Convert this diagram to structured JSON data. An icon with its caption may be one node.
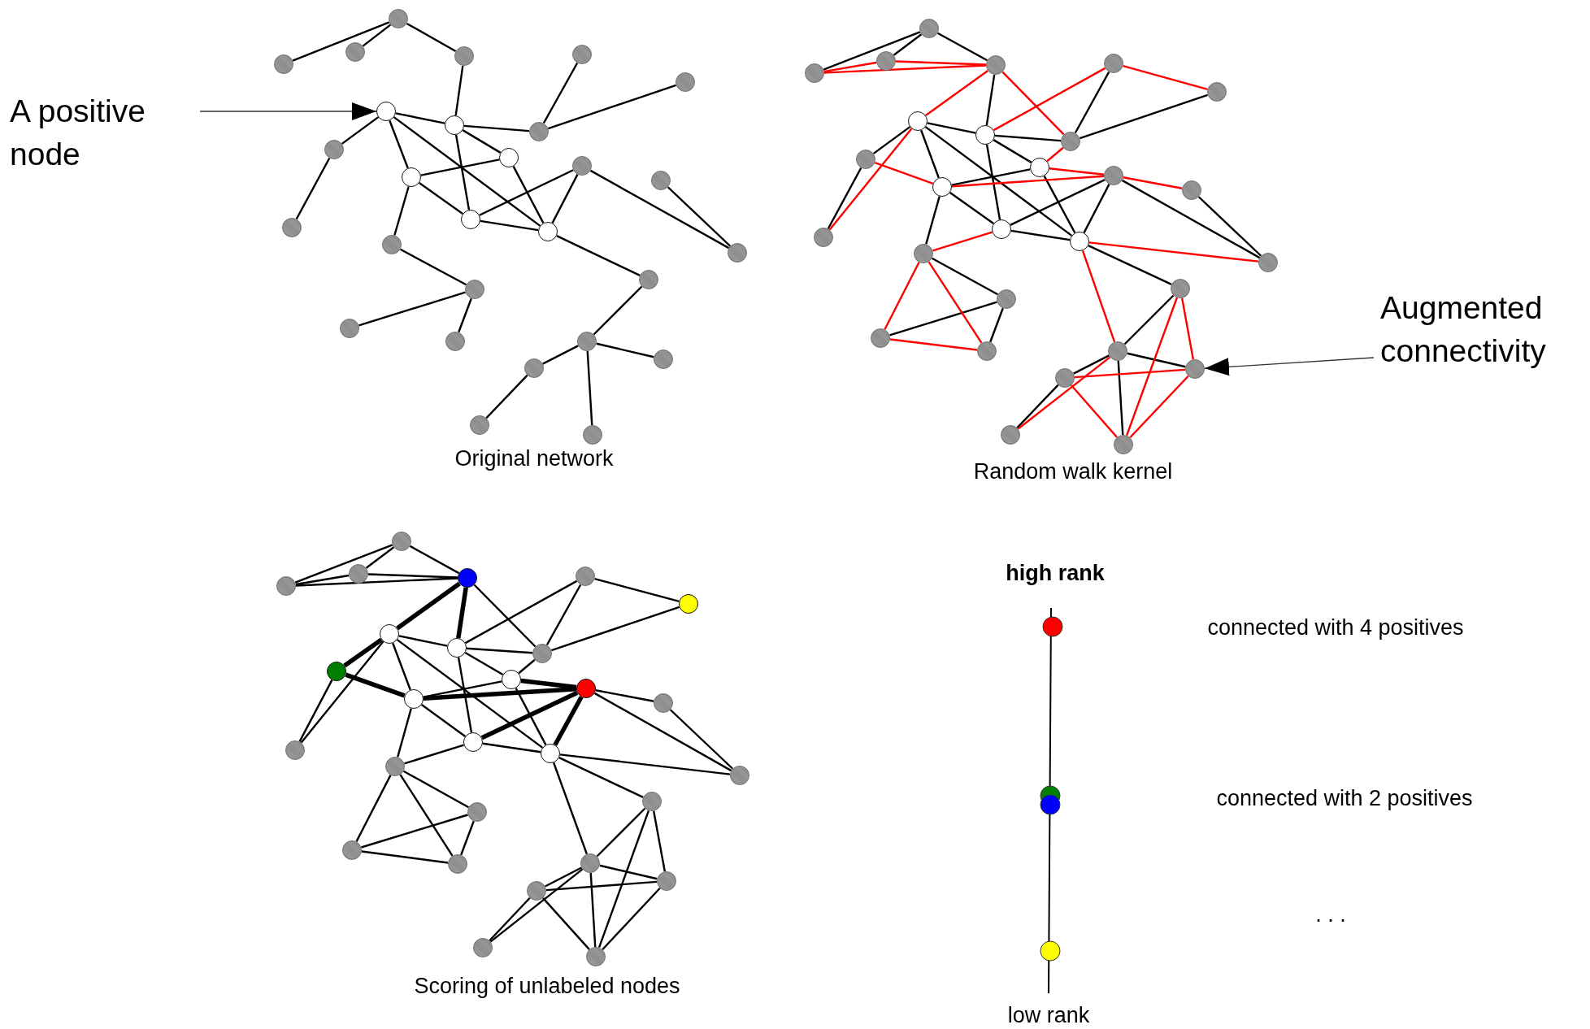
{
  "diagram": {
    "nodes": [
      {
        "text": [
          "A positive node"
        ]
      },
      {
        "text": [],
        "shape": "circle"
      },
      {
        "text": [],
        "shape": "circle"
      },
      {
        "text": [],
        "shape": "circle"
      },
      {
        "text": [],
        "shape": "circle"
      },
      {
        "text": [],
        "shape": "circle"
      },
      {
        "text": [],
        "shape": "circle"
      },
      {
        "text": [],
        "shape": "circle"
      },
      {
        "text": [],
        "shape": "circle"
      },
      {
        "text": [],
        "shape": "circle"
      },
      {
        "text": [],
        "shape": "circle"
      },
      {
        "text": [],
        "shape": "circle"
      },
      {
        "text": [],
        "shape": "circle"
      },
      {
        "text": [],
        "shape": "circle"
      },
      {
        "text": [],
        "shape": "circle"
      },
      {
        "text": [],
        "shape": "circle"
      },
      {
        "text": [],
        "shape": "circle"
      },
      {
        "text": [],
        "shape": "circle"
      },
      {
        "text": [],
        "shape": "circle"
      },
      {
        "text": [],
        "shape": "circle"
      },
      {
        "text": [],
        "shape": "circle"
      },
      {
        "text": [],
        "shape": "circle"
      },
      {
        "text": [],
        "shape": "circle"
      },
      {
        "text": [],
        "shape": "circle"
      },
      {
        "text": [],
        "shape": "circle"
      },
      {
        "text": [],
        "shape": "circle"
      },
      {
        "text": [],
        "shape": "circle"
      },
      {
        "text": [],
        "shape": "circle"
      },
      {
        "text": [],
        "shape": "circle"
      },
      {
        "text": [],
        "shape": "circle"
      },
      {
        "text": [],
        "shape": "circle"
      },
      {
        "text": [],
        "shape": "circle"
      },
      {
        "text": [],
        "shape": "circle"
      },
      {
        "text": [],
        "shape": "circle"
      },
      {
        "text": [],
        "shape": "circle"
      },
      {
        "text": [],
        "shape": "circle"
      },
      {
        "text": [],
        "shape": "circle"
      },
      {
        "text": [],
        "shape": "circle"
      },
      {
        "text": [],
        "shape": "circle"
      },
      {
        "text": [],
        "shape": "circle"
      },
      {
        "text": [],
        "shape": "circle"
      },
      {
        "text": [],
        "shape": "circle"
      },
      {
        "text": [],
        "shape": "circle"
      },
      {
        "text": [],
        "shape": "circle"
      },
      {
        "text": [],
        "shape": "circle"
      },
      {
        "text": [],
        "shape": "circle"
      },
      {
        "text": [],
        "shape": "circle"
      },
      {
        "text": [],
        "shape": "circle"
      },
      {
        "text": [],
        "shape": "circle"
      },
      {
        "text": [],
        "shape": "circle"
      },
      {
        "text": [],
        "shape": "circle"
      },
      {
        "text": [],
        "shape": "circle"
      },
      {
        "text": [],
        "shape": "circle"
      },
      {
        "text": [],
        "shape": "circle"
      },
      {
        "text": [],
        "shape": "circle"
      },
      {
        "text": [],
        "shape": "circle"
      },
      {
        "text": [],
        "shape": "circle"
      },
      {
        "text": [
          "Augmented connectivity"
        ]
      },
      {
        "text": [],
        "shape": "circle"
      },
      {
        "text": [],
        "shape": "circle"
      },
      {
        "text": [],
        "shape": "circle"
      },
      {
        "text": [],
        "shape": "circle"
      },
      {
        "text": [],
        "shape": "circle"
      },
      {
        "text": [],
        "shape": "circle"
      },
      {
        "text": [],
        "shape": "circle"
      },
      {
        "text": [],
        "shape": "circle"
      },
      {
        "text": [],
        "shape": "circle"
      },
      {
        "text": [],
        "shape": "circle"
      },
      {
        "text": [],
        "shape": "circle"
      },
      {
        "text": [],
        "shape": "circle"
      },
      {
        "text": [],
        "shape": "circle"
      },
      {
        "text": [],
        "shape": "circle"
      },
      {
        "text": [],
        "shape": "circle"
      },
      {
        "text": [],
        "shape": "circle"
      },
      {
        "text": [],
        "shape": "circle"
      },
      {
        "text": [],
        "shape": "circle"
      },
      {
        "text": [],
        "shape": "circle"
      },
      {
        "text": [],
        "shape": "circle"
      },
      {
        "text": [],
        "shape": "circle"
      },
      {
        "text": [],
        "shape": "circle"
      },
      {
        "text": [],
        "shape": "circle"
      },
      {
        "text": [],
        "shape": "circle"
      },
      {
        "text": [],
        "shape": "circle"
      },
      {
        "text": [],
        "shape": "circle"
      },
      {
        "text": [],
        "shape": "circle"
      },
      {
        "text": [],
        "shape": "circle"
      }
    ],
    "edges": [
      {
        "from": 0,
        "to": 7,
        "arrow": "to"
      },
      {
        "from": 1,
        "to": 2,
        "arrow": "none"
      },
      {
        "from": 1,
        "to": 3,
        "arrow": "none"
      },
      {
        "from": 1,
        "to": 4,
        "arrow": "none"
      },
      {
        "from": 4,
        "to": 8,
        "arrow": "none"
      },
      {
        "from": 5,
        "to": 9,
        "arrow": "none"
      },
      {
        "from": 6,
        "to": 9,
        "arrow": "none"
      },
      {
        "from": 7,
        "to": 10,
        "arrow": "none"
      },
      {
        "from": 10,
        "to": 17,
        "arrow": "none"
      },
      {
        "from": 7,
        "to": 8,
        "arrow": "none"
      },
      {
        "from": 7,
        "to": 12,
        "arrow": "none"
      },
      {
        "from": 7,
        "to": 16,
        "arrow": "none"
      },
      {
        "from": 8,
        "to": 9,
        "arrow": "none"
      },
      {
        "from": 8,
        "to": 11,
        "arrow": "none"
      },
      {
        "from": 8,
        "to": 15,
        "arrow": "none"
      },
      {
        "from": 12,
        "to": 11,
        "arrow": "none"
      },
      {
        "from": 12,
        "to": 15,
        "arrow": "none"
      },
      {
        "from": 12,
        "to": 18,
        "arrow": "none"
      },
      {
        "from": 11,
        "to": 16,
        "arrow": "none"
      },
      {
        "from": 15,
        "to": 16,
        "arrow": "none"
      },
      {
        "from": 15,
        "to": 13,
        "arrow": "none"
      },
      {
        "from": 16,
        "to": 13,
        "arrow": "none"
      },
      {
        "from": 13,
        "to": 19,
        "arrow": "none"
      },
      {
        "from": 14,
        "to": 19,
        "arrow": "none"
      },
      {
        "from": 16,
        "to": 20,
        "arrow": "none"
      },
      {
        "from": 18,
        "to": 21,
        "arrow": "none"
      },
      {
        "from": 21,
        "to": 22,
        "arrow": "none"
      },
      {
        "from": 21,
        "to": 23,
        "arrow": "none"
      },
      {
        "from": 20,
        "to": 24,
        "arrow": "none"
      },
      {
        "from": 24,
        "to": 26,
        "arrow": "none"
      },
      {
        "from": 24,
        "to": 25,
        "arrow": "none"
      },
      {
        "from": 24,
        "to": 28,
        "arrow": "none"
      },
      {
        "from": 26,
        "to": 27,
        "arrow": "none"
      },
      {
        "from": 29,
        "to": 30,
        "arrow": "none"
      },
      {
        "from": 29,
        "to": 31,
        "arrow": "none"
      },
      {
        "from": 29,
        "to": 32,
        "arrow": "none"
      },
      {
        "from": 32,
        "to": 36,
        "arrow": "none"
      },
      {
        "from": 33,
        "to": 37,
        "arrow": "none"
      },
      {
        "from": 34,
        "to": 37,
        "arrow": "none"
      },
      {
        "from": 35,
        "to": 38,
        "arrow": "none"
      },
      {
        "from": 38,
        "to": 45,
        "arrow": "none"
      },
      {
        "from": 35,
        "to": 36,
        "arrow": "none"
      },
      {
        "from": 35,
        "to": 40,
        "arrow": "none"
      },
      {
        "from": 35,
        "to": 44,
        "arrow": "none"
      },
      {
        "from": 36,
        "to": 37,
        "arrow": "none"
      },
      {
        "from": 36,
        "to": 39,
        "arrow": "none"
      },
      {
        "from": 36,
        "to": 43,
        "arrow": "none"
      },
      {
        "from": 40,
        "to": 39,
        "arrow": "none"
      },
      {
        "from": 40,
        "to": 43,
        "arrow": "none"
      },
      {
        "from": 40,
        "to": 46,
        "arrow": "none"
      },
      {
        "from": 39,
        "to": 44,
        "arrow": "none"
      },
      {
        "from": 43,
        "to": 44,
        "arrow": "none"
      },
      {
        "from": 43,
        "to": 41,
        "arrow": "none"
      },
      {
        "from": 44,
        "to": 41,
        "arrow": "none"
      },
      {
        "from": 41,
        "to": 47,
        "arrow": "none"
      },
      {
        "from": 42,
        "to": 47,
        "arrow": "none"
      },
      {
        "from": 44,
        "to": 48,
        "arrow": "none"
      },
      {
        "from": 46,
        "to": 49,
        "arrow": "none"
      },
      {
        "from": 49,
        "to": 50,
        "arrow": "none"
      },
      {
        "from": 49,
        "to": 51,
        "arrow": "none"
      },
      {
        "from": 48,
        "to": 52,
        "arrow": "none"
      },
      {
        "from": 52,
        "to": 54,
        "arrow": "none"
      },
      {
        "from": 52,
        "to": 53,
        "arrow": "none"
      },
      {
        "from": 52,
        "to": 56,
        "arrow": "none"
      },
      {
        "from": 54,
        "to": 55,
        "arrow": "none"
      },
      {
        "from": 30,
        "to": 31,
        "arrow": "none",
        "color": "#ff0000"
      },
      {
        "from": 30,
        "to": 32,
        "arrow": "none",
        "color": "#ff0000"
      },
      {
        "from": 31,
        "to": 32,
        "arrow": "none",
        "color": "#ff0000"
      },
      {
        "from": 32,
        "to": 35,
        "arrow": "none",
        "color": "#ff0000"
      },
      {
        "from": 32,
        "to": 37,
        "arrow": "none",
        "color": "#ff0000"
      },
      {
        "from": 36,
        "to": 33,
        "arrow": "none",
        "color": "#ff0000"
      },
      {
        "from": 33,
        "to": 34,
        "arrow": "none",
        "color": "#ff0000"
      },
      {
        "from": 35,
        "to": 45,
        "arrow": "none",
        "color": "#ff0000"
      },
      {
        "from": 38,
        "to": 40,
        "arrow": "none",
        "color": "#ff0000"
      },
      {
        "from": 37,
        "to": 39,
        "arrow": "none",
        "color": "#ff0000"
      },
      {
        "from": 39,
        "to": 41,
        "arrow": "none",
        "color": "#ff0000"
      },
      {
        "from": 40,
        "to": 41,
        "arrow": "none",
        "color": "#ff0000"
      },
      {
        "from": 41,
        "to": 42,
        "arrow": "none",
        "color": "#ff0000"
      },
      {
        "from": 44,
        "to": 47,
        "arrow": "none",
        "color": "#ff0000"
      },
      {
        "from": 43,
        "to": 46,
        "arrow": "none",
        "color": "#ff0000"
      },
      {
        "from": 46,
        "to": 50,
        "arrow": "none",
        "color": "#ff0000"
      },
      {
        "from": 46,
        "to": 51,
        "arrow": "none",
        "color": "#ff0000"
      },
      {
        "from": 50,
        "to": 51,
        "arrow": "none",
        "color": "#ff0000"
      },
      {
        "from": 44,
        "to": 52,
        "arrow": "none",
        "color": "#ff0000"
      },
      {
        "from": 48,
        "to": 53,
        "arrow": "none",
        "color": "#ff0000"
      },
      {
        "from": 48,
        "to": 56,
        "arrow": "none",
        "color": "#ff0000"
      },
      {
        "from": 54,
        "to": 53,
        "arrow": "none",
        "color": "#ff0000"
      },
      {
        "from": 54,
        "to": 56,
        "arrow": "none",
        "color": "#ff0000"
      },
      {
        "from": 55,
        "to": 52,
        "arrow": "none",
        "color": "#ff0000"
      },
      {
        "from": 53,
        "to": 56,
        "arrow": "none",
        "color": "#ff0000"
      },
      {
        "from": 57,
        "to": 53,
        "arrow": "to"
      },
      {
        "from": 58,
        "to": 59,
        "arrow": "none"
      },
      {
        "from": 58,
        "to": 60,
        "arrow": "none"
      },
      {
        "from": 58,
        "to": 61,
        "arrow": "none"
      },
      {
        "from": 61,
        "to": 65,
        "arrow": "none",
        "style": "thick"
      },
      {
        "from": 62,
        "to": 66,
        "arrow": "none"
      },
      {
        "from": 63,
        "to": 66,
        "arrow": "none"
      },
      {
        "from": 64,
        "to": 67,
        "arrow": "none",
        "style": "thick"
      },
      {
        "from": 67,
        "to": 74,
        "arrow": "none"
      },
      {
        "from": 64,
        "to": 65,
        "arrow": "none"
      },
      {
        "from": 64,
        "to": 69,
        "arrow": "none"
      },
      {
        "from": 64,
        "to": 73,
        "arrow": "none"
      },
      {
        "from": 65,
        "to": 66,
        "arrow": "none"
      },
      {
        "from": 65,
        "to": 68,
        "arrow": "none"
      },
      {
        "from": 65,
        "to": 72,
        "arrow": "none"
      },
      {
        "from": 69,
        "to": 68,
        "arrow": "none"
      },
      {
        "from": 69,
        "to": 72,
        "arrow": "none"
      },
      {
        "from": 69,
        "to": 75,
        "arrow": "none"
      },
      {
        "from": 68,
        "to": 73,
        "arrow": "none"
      },
      {
        "from": 72,
        "to": 73,
        "arrow": "none"
      },
      {
        "from": 72,
        "to": 70,
        "arrow": "none",
        "style": "thick"
      },
      {
        "from": 73,
        "to": 70,
        "arrow": "none",
        "style": "thick"
      },
      {
        "from": 70,
        "to": 76,
        "arrow": "none"
      },
      {
        "from": 71,
        "to": 76,
        "arrow": "none"
      },
      {
        "from": 73,
        "to": 77,
        "arrow": "none"
      },
      {
        "from": 75,
        "to": 78,
        "arrow": "none"
      },
      {
        "from": 78,
        "to": 79,
        "arrow": "none"
      },
      {
        "from": 78,
        "to": 80,
        "arrow": "none"
      },
      {
        "from": 77,
        "to": 81,
        "arrow": "none"
      },
      {
        "from": 81,
        "to": 83,
        "arrow": "none"
      },
      {
        "from": 81,
        "to": 82,
        "arrow": "none"
      },
      {
        "from": 81,
        "to": 85,
        "arrow": "none"
      },
      {
        "from": 83,
        "to": 84,
        "arrow": "none"
      },
      {
        "from": 59,
        "to": 60,
        "arrow": "none"
      },
      {
        "from": 59,
        "to": 61,
        "arrow": "none"
      },
      {
        "from": 60,
        "to": 61,
        "arrow": "none"
      },
      {
        "from": 61,
        "to": 64,
        "arrow": "none",
        "style": "thick"
      },
      {
        "from": 61,
        "to": 66,
        "arrow": "none"
      },
      {
        "from": 65,
        "to": 62,
        "arrow": "none"
      },
      {
        "from": 62,
        "to": 63,
        "arrow": "none"
      },
      {
        "from": 64,
        "to": 74,
        "arrow": "none"
      },
      {
        "from": 67,
        "to": 69,
        "arrow": "none",
        "style": "thick"
      },
      {
        "from": 66,
        "to": 68,
        "arrow": "none"
      },
      {
        "from": 68,
        "to": 70,
        "arrow": "none",
        "style": "thick"
      },
      {
        "from": 69,
        "to": 70,
        "arrow": "none",
        "style": "thick"
      },
      {
        "from": 70,
        "to": 71,
        "arrow": "none"
      },
      {
        "from": 73,
        "to": 76,
        "arrow": "none"
      },
      {
        "from": 72,
        "to": 75,
        "arrow": "none"
      },
      {
        "from": 75,
        "to": 79,
        "arrow": "none"
      },
      {
        "from": 75,
        "to": 80,
        "arrow": "none"
      },
      {
        "from": 79,
        "to": 80,
        "arrow": "none"
      },
      {
        "from": 73,
        "to": 81,
        "arrow": "none"
      },
      {
        "from": 77,
        "to": 82,
        "arrow": "none"
      },
      {
        "from": 77,
        "to": 85,
        "arrow": "none"
      },
      {
        "from": 83,
        "to": 82,
        "arrow": "none"
      },
      {
        "from": 83,
        "to": 85,
        "arrow": "none"
      },
      {
        "from": 84,
        "to": 81,
        "arrow": "none"
      },
      {
        "from": 82,
        "to": 85,
        "arrow": "none"
      }
    ],
    "labels": [
      "Original network",
      "Random walk kernel",
      "high rank",
      "connected with 4 positives",
      "connected with 2 positives",
      ". . .",
      "Scoring of unlabeled nodes",
      "low rank"
    ]
  }
}
